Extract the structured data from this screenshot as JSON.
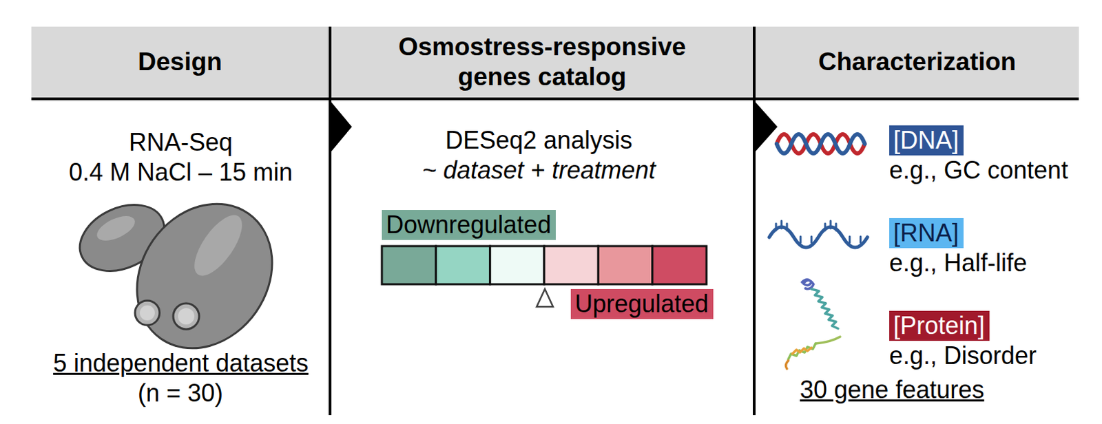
{
  "diagram": {
    "nodes": [
      {
        "text": [
          "Design"
        ]
      },
      {
        "text": [
          "Osmostress-responsive genes catalog"
        ]
      },
      {
        "text": [
          "Characterization"
        ]
      },
      {
        "text": [
          "Downregulated"
        ]
      },
      {
        "text": [
          "Upregulated"
        ]
      },
      {
        "text": [
          "[DNA]"
        ]
      },
      {
        "text": [
          "[RNA]"
        ]
      },
      {
        "text": [
          "[Protein]"
        ]
      }
    ],
    "labels": [
      "RNA-Seq",
      "0.4 M NaCl – 15 min",
      "5 independent datasets",
      "(n = 30)",
      "DESeq2 analysis",
      "~ dataset + treatment",
      "e.g., GC content",
      "e.g., Half-life",
      "e.g., Disorder",
      "30 gene features"
    ]
  }
}
